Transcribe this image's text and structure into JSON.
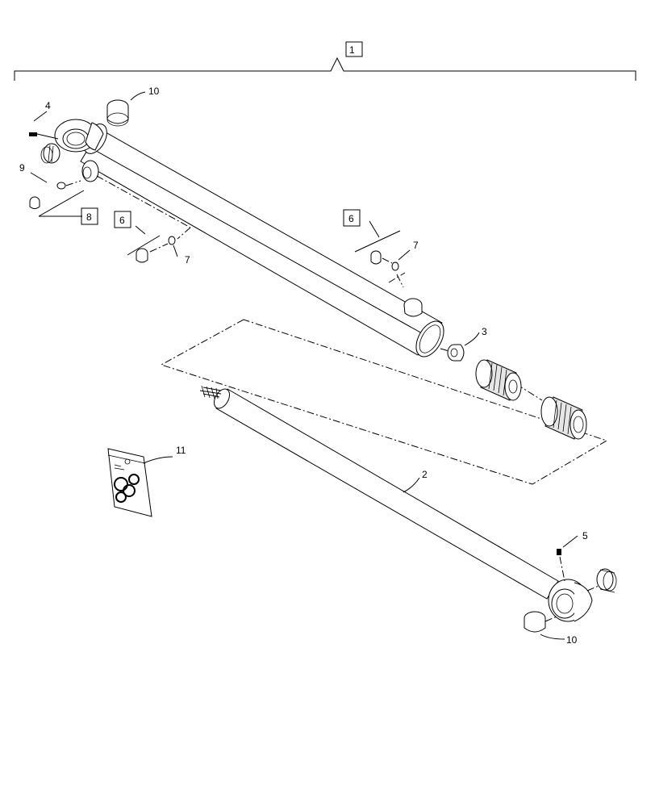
{
  "callouts": {
    "c1": "1",
    "c2": "2",
    "c3": "3",
    "c4": "4",
    "c5": "5",
    "c6a": "6",
    "c6b": "6",
    "c7a": "7",
    "c7b": "7",
    "c8": "8",
    "c9": "9",
    "c10a": "10",
    "c10b": "10",
    "c11": "11"
  }
}
